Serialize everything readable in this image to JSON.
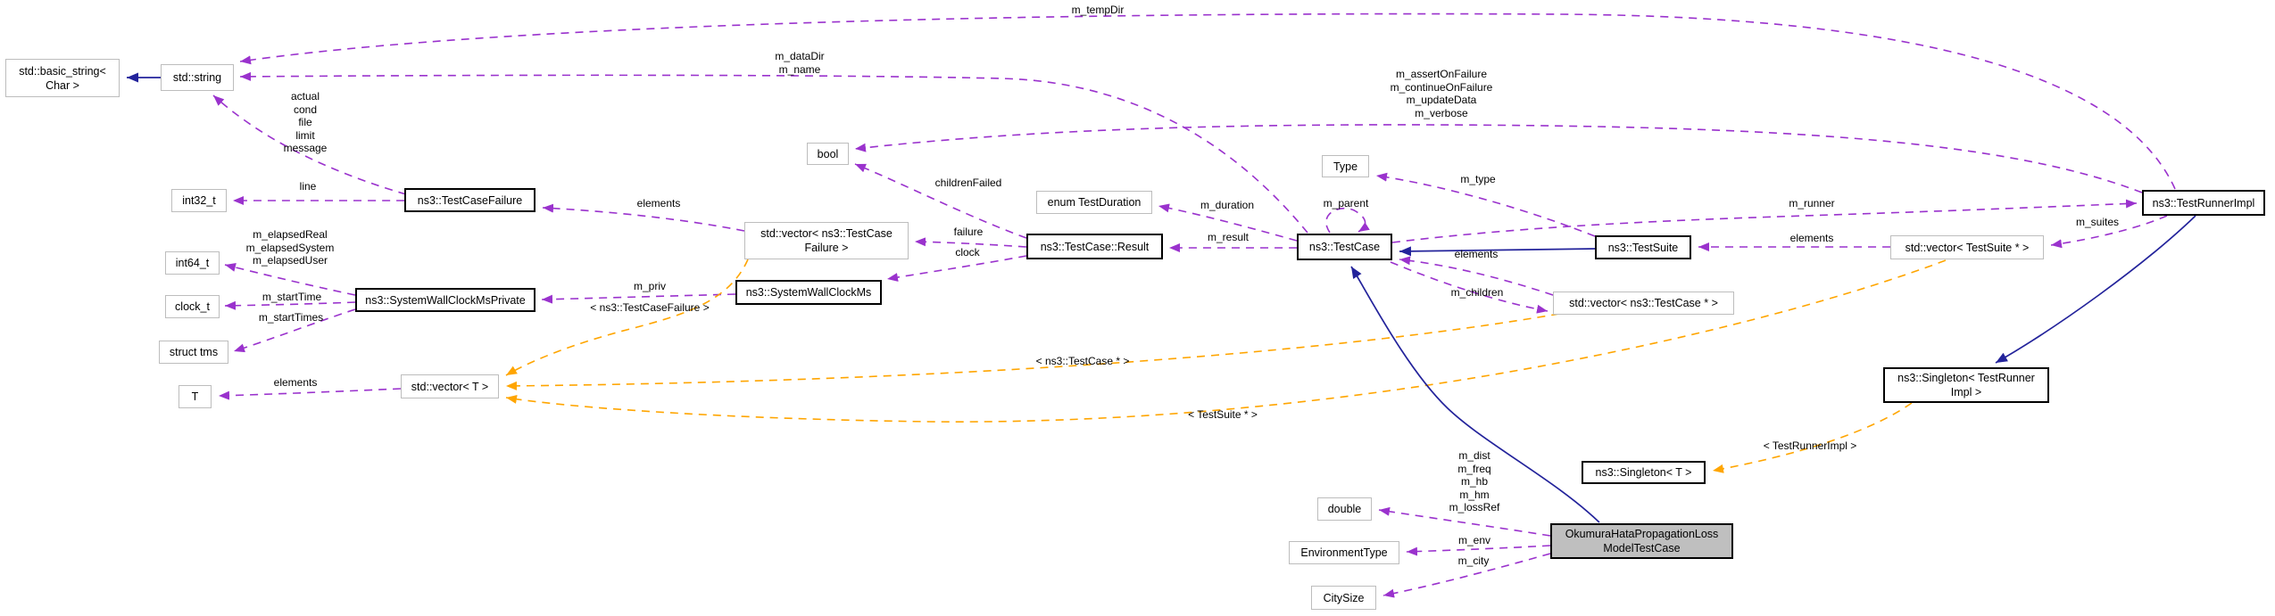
{
  "diagram": {
    "type": "doxygen-collaboration-graph",
    "main_class": "OkumuraHataPropagationLossModelTestCase",
    "colors": {
      "usage_edge": "#9a32cd",
      "template_edge": "#ffa500",
      "inheritance_edge": "#23239b",
      "plain_node_border": "#bdbdbd",
      "documented_node_border": "#000000",
      "main_node_fill": "#bfbfbf",
      "background": "#ffffff"
    }
  },
  "nodes": {
    "basic_string": {
      "lines": [
        "std::basic_string<",
        "Char >"
      ]
    },
    "std_string": {
      "label": "std::string"
    },
    "int32_t": {
      "label": "int32_t"
    },
    "testcasefailure": {
      "label": "ns3::TestCaseFailure"
    },
    "int64_t": {
      "label": "int64_t"
    },
    "clock_t": {
      "label": "clock_t"
    },
    "struct_tms": {
      "label": "struct tms"
    },
    "swcm_private": {
      "label": "ns3::SystemWallClockMsPrivate"
    },
    "vector_tcf": {
      "lines": [
        "std::vector< ns3::TestCase",
        "Failure >"
      ]
    },
    "swcm": {
      "label": "ns3::SystemWallClockMs"
    },
    "vector_t": {
      "label": "std::vector< T >"
    },
    "t": {
      "label": "T"
    },
    "bool": {
      "label": "bool"
    },
    "enum_testduration": {
      "label": "enum TestDuration"
    },
    "testcase_result": {
      "label": "ns3::TestCase::Result"
    },
    "type": {
      "label": "Type"
    },
    "testcase": {
      "label": "ns3::TestCase"
    },
    "testsuite": {
      "label": "ns3::TestSuite"
    },
    "vector_testcase_ptr": {
      "label": "std::vector< ns3::TestCase * >"
    },
    "vector_testsuite_ptr": {
      "label": "std::vector< TestSuite * >"
    },
    "testrunnerimpl": {
      "label": "ns3::TestRunnerImpl"
    },
    "singleton_tri": {
      "lines": [
        "ns3::Singleton< TestRunner",
        "Impl >"
      ]
    },
    "singleton_t": {
      "label": "ns3::Singleton< T >"
    },
    "double": {
      "label": "double"
    },
    "environmenttype": {
      "label": "EnvironmentType"
    },
    "citysize": {
      "label": "CitySize"
    },
    "okumura": {
      "lines": [
        "OkumuraHataPropagationLoss",
        "ModelTestCase"
      ]
    }
  },
  "labels": {
    "m_tempDir": "m_tempDir",
    "datadir_name": {
      "lines": [
        "m_dataDir",
        "m_name"
      ]
    },
    "failure_fields": {
      "lines": [
        "actual",
        "cond",
        "file",
        "limit",
        "message"
      ]
    },
    "line": "line",
    "elements_tcf": "elements",
    "elapsed": {
      "lines": [
        "m_elapsedReal",
        "m_elapsedSystem",
        "m_elapsedUser"
      ]
    },
    "m_startTime": "m_startTime",
    "m_startTimes": "m_startTimes",
    "m_priv": "m_priv",
    "tmpl_tcf": "< ns3::TestCaseFailure >",
    "elements_t": "elements",
    "childrenFailed": "childrenFailed",
    "failure": "failure",
    "clock": "clock",
    "m_duration": "m_duration",
    "m_result": "m_result",
    "m_parent": "m_parent",
    "m_type": "m_type",
    "runner_flags": {
      "lines": [
        "m_assertOnFailure",
        "m_continueOnFailure",
        "m_updateData",
        "m_verbose"
      ]
    },
    "elements_testcase": "elements",
    "m_children": "m_children",
    "m_runner": "m_runner",
    "elements_testsuite": "elements",
    "m_suites": "m_suites",
    "tmpl_tri": "< TestRunnerImpl >",
    "tmpl_tc_ptr": "< ns3::TestCase * >",
    "tmpl_ts_ptr": "< TestSuite * >",
    "okumura_fields": {
      "lines": [
        "m_dist",
        "m_freq",
        "m_hb",
        "m_hm",
        "m_lossRef"
      ]
    },
    "m_env": "m_env",
    "m_city": "m_city"
  }
}
